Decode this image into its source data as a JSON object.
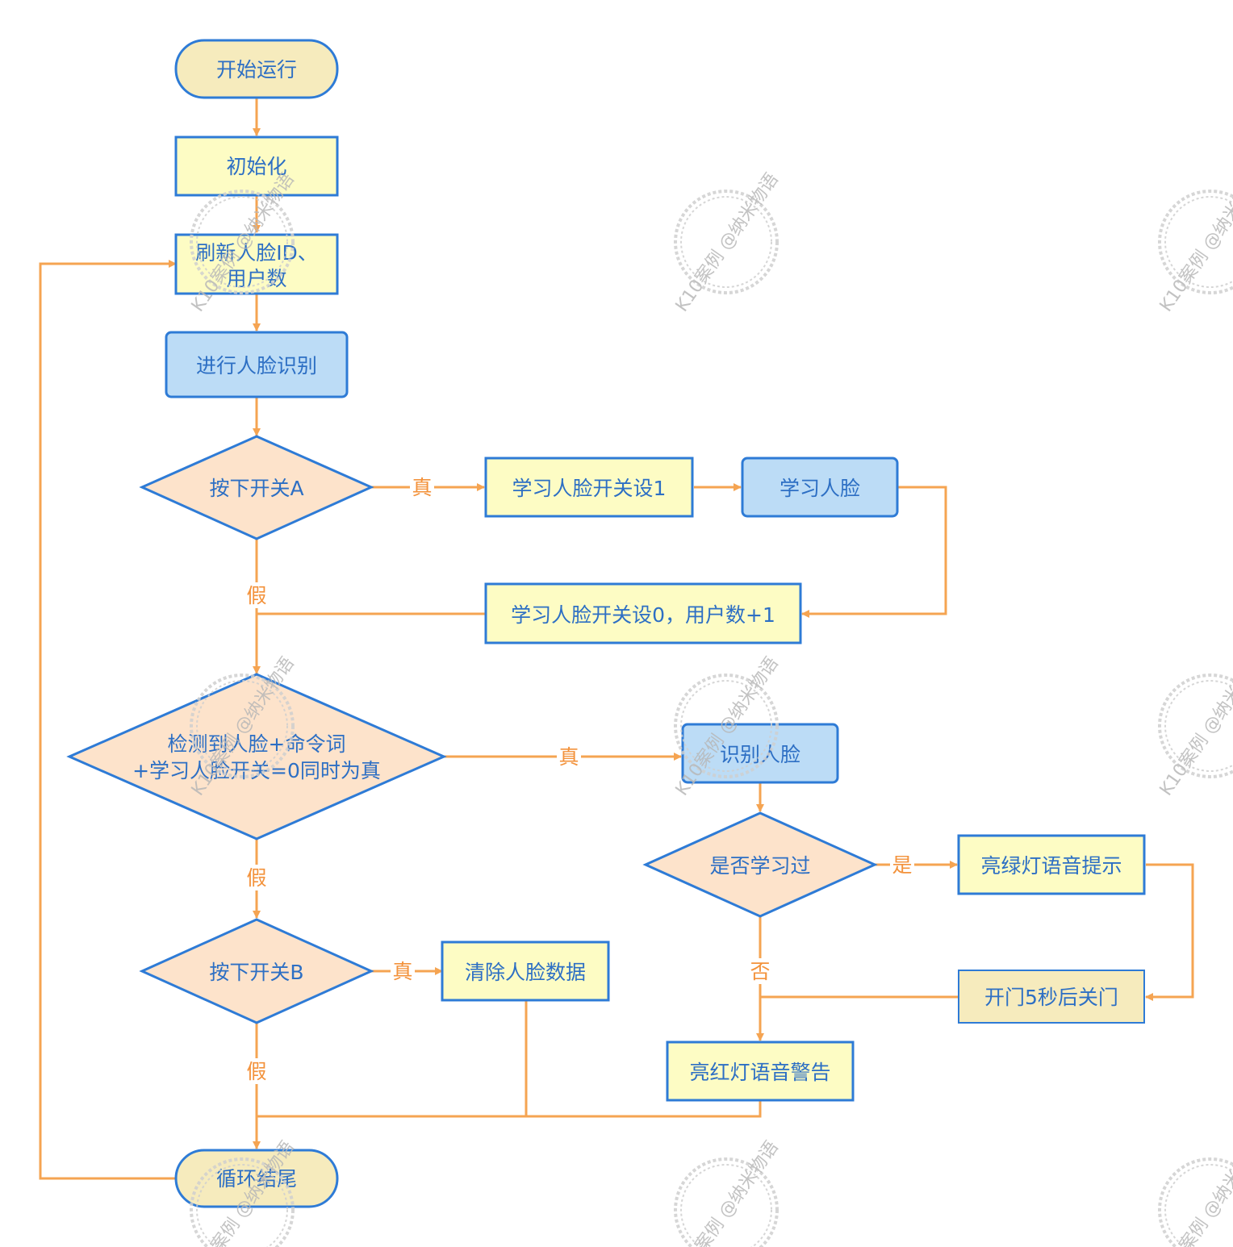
{
  "nodes": {
    "start": "开始运行",
    "init": "初始化",
    "refresh": [
      "刷新人脸ID、",
      "用户数"
    ],
    "recognize_run": "进行人脸识别",
    "switch_a": "按下开关A",
    "learn_flag_1": "学习人脸开关设1",
    "learn_face": "学习人脸",
    "learn_flag_0": "学习人脸开关设0，用户数+1",
    "detect": [
      "检测到人脸+命令词",
      "+学习人脸开关=0同时为真"
    ],
    "identify": "识别人脸",
    "learned": "是否学习过",
    "green_light": "亮绿灯语音提示",
    "open_door": "开门5秒后关门",
    "switch_b": "按下开关B",
    "clear_data": "清除人脸数据",
    "red_light": "亮红灯语音警告",
    "loop_end": "循环结尾"
  },
  "edge_labels": {
    "true": "真",
    "false": "假",
    "yes": "是",
    "no": "否"
  },
  "watermark": "K10案例 @纳米物语",
  "colors": {
    "border": "#2e7bd6",
    "text": "#2d6fc4",
    "arrow": "#f5a452",
    "edge_label": "#f3923b",
    "terminal_fill": "#f6ebbd",
    "process_fill": "#fdfcc4",
    "rounded_fill": "#bcdcf6",
    "decision_fill": "#fde3cb"
  }
}
